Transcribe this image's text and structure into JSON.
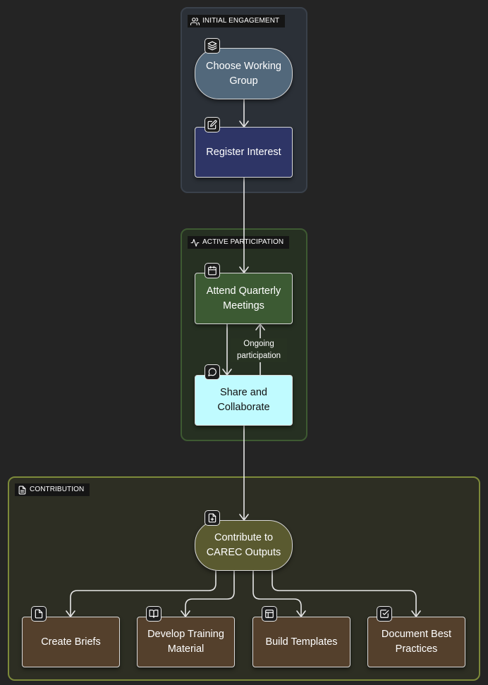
{
  "groups": {
    "initial": {
      "label": "INITIAL ENGAGEMENT",
      "icon": "users-icon"
    },
    "active": {
      "label": "ACTIVE PARTICIPATION",
      "icon": "activity-icon"
    },
    "contribution": {
      "label": "CONTRIBUTION",
      "icon": "file-text-icon"
    }
  },
  "nodes": {
    "choose": {
      "label": "Choose Working Group",
      "icon": "layers-icon",
      "color": "#52687b"
    },
    "register": {
      "label": "Register Interest",
      "icon": "edit-icon",
      "color": "#2e3566"
    },
    "attend": {
      "label": "Attend Quarterly Meetings",
      "icon": "calendar-icon",
      "color": "#3c5a33"
    },
    "share": {
      "label": "Share and Collaborate",
      "icon": "message-circle-icon",
      "color": "#c0fbff"
    },
    "contribute": {
      "label": "Contribute to CAREC Outputs",
      "icon": "file-plus-icon",
      "color": "#5a5a30"
    },
    "briefs": {
      "label": "Create Briefs",
      "icon": "file-icon",
      "color": "#54402c"
    },
    "training": {
      "label": "Develop Training Material",
      "icon": "book-open-icon",
      "color": "#54402c"
    },
    "templates": {
      "label": "Build Templates",
      "icon": "layout-icon",
      "color": "#54402c"
    },
    "practices": {
      "label": "Document Best Practices",
      "icon": "check-square-icon",
      "color": "#54402c"
    }
  },
  "edges": {
    "ongoing_label": "Ongoing participation"
  }
}
